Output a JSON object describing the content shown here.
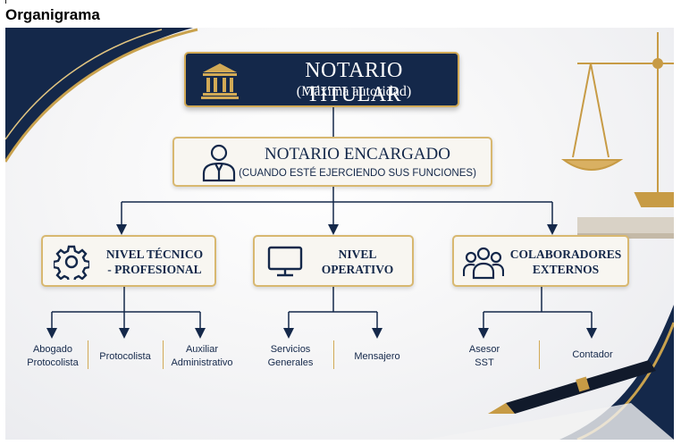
{
  "page_title": "Organigrama",
  "top": {
    "title": "NOTARIO TITULAR",
    "subtitle": "(Máxima autoridad)"
  },
  "second": {
    "title": "NOTARIO ENCARGADO",
    "subtitle": "(CUANDO ESTÉ EJERCIENDO SUS FUNCIONES)"
  },
  "levels": [
    {
      "icon": "gear-icon",
      "line1": "NIVEL TÉCNICO",
      "line2": "- PROFESIONAL",
      "children": [
        [
          "Abogado",
          "Protocolista"
        ],
        [
          "Protocolista"
        ],
        [
          "Auxiliar",
          "Administrativo"
        ]
      ]
    },
    {
      "icon": "monitor-icon",
      "line1": "NIVEL",
      "line2": "OPERATIVO",
      "children": [
        [
          "Servicios",
          "Generales"
        ],
        [
          "Mensajero"
        ]
      ]
    },
    {
      "icon": "group-icon",
      "line1": "COLABORADORES",
      "line2": "EXTERNOS",
      "children": [
        [
          "Asesor",
          "SST"
        ],
        [
          "Contador"
        ]
      ]
    }
  ],
  "colors": {
    "navy": "#14284a",
    "gold": "#d2aa56",
    "box_light": "#f8f6f1"
  }
}
